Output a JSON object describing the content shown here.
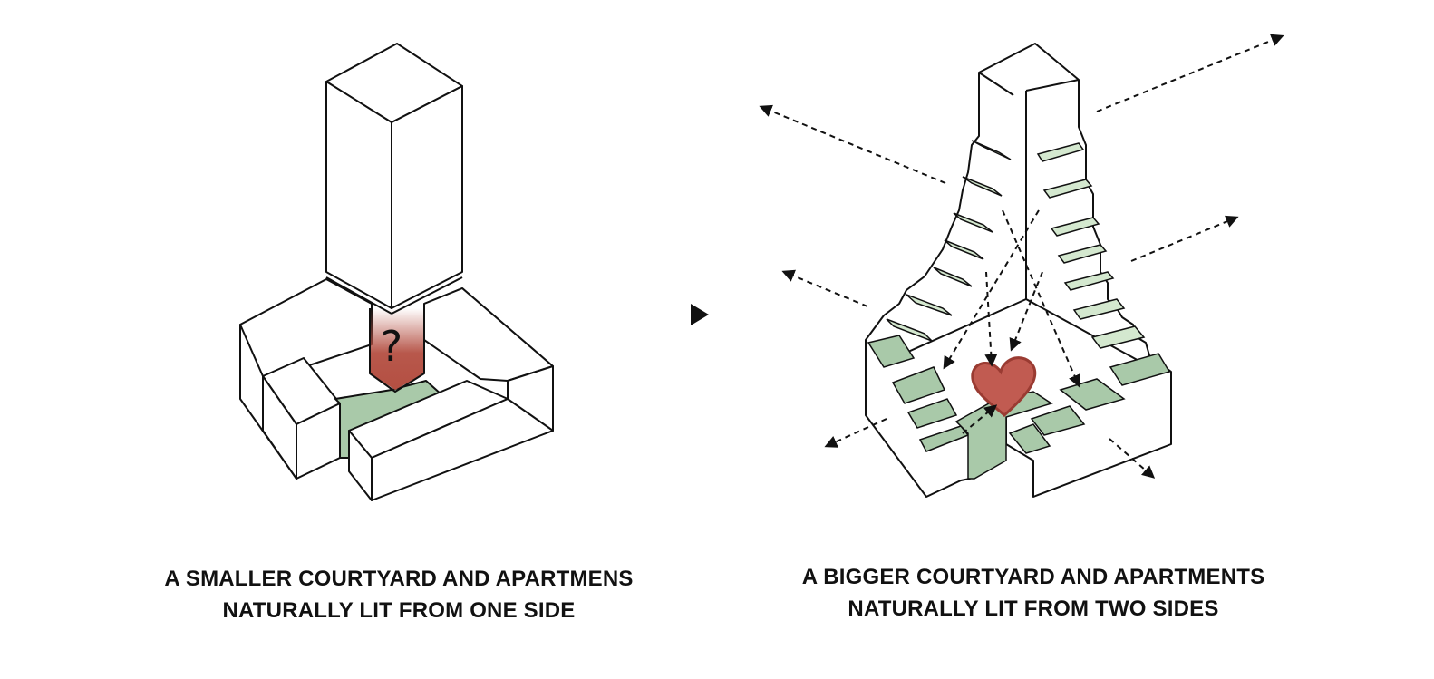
{
  "diagram": {
    "left": {
      "question_mark": "?",
      "caption_line1": "A SMALLER COURTYARD AND APARTMENS",
      "caption_line2": "NATURALLY LIT FROM ONE SIDE"
    },
    "transition_arrow": "right-triangle-arrow",
    "right": {
      "icon": "heart-icon",
      "caption_line1": "A BIGGER COURTYARD AND APARTMENTS",
      "caption_line2": "NATURALLY LIT FROM TWO SIDES"
    }
  },
  "colors": {
    "courtyard_green": "#a9c9a9",
    "step_green": "#d4e8cf",
    "tower_red": "#b44f42",
    "heart_red": "#c15b51",
    "heart_stroke": "#9a3b32",
    "line": "#111111"
  }
}
